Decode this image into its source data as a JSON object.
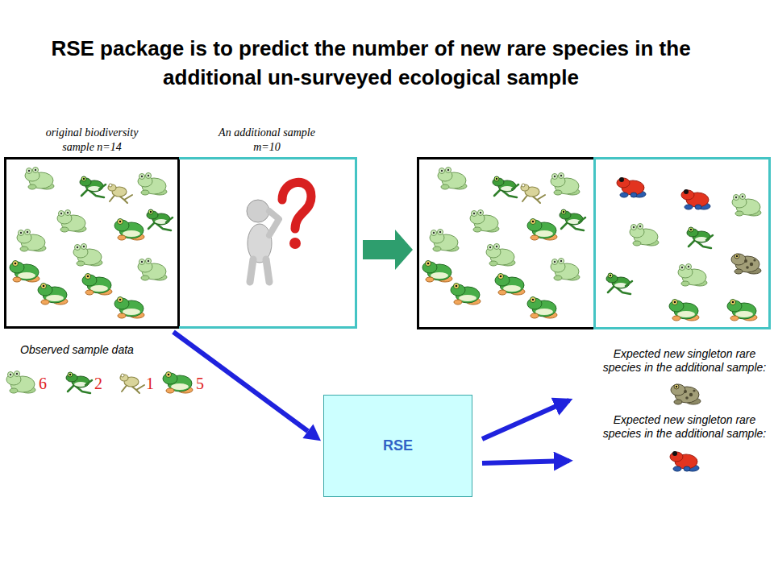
{
  "diagram": {
    "title": "RSE package is to predict the number of new rare species in the additional un-surveyed ecological sample",
    "nodes": [
      {
        "text": [
          "original biodiversity sample n=14"
        ]
      },
      {
        "text": [
          "An additional sample m=10"
        ]
      },
      {
        "text": [
          "RSE"
        ]
      }
    ],
    "edges": [
      {
        "from": 0,
        "to": 2,
        "arrow": "to"
      }
    ],
    "labels": [
      "Observed sample data",
      "6",
      "2",
      "1",
      "5",
      "Expected new singleton rare species in the additional sample:",
      "Expected new singleton rare species in the additional sample:"
    ]
  }
}
